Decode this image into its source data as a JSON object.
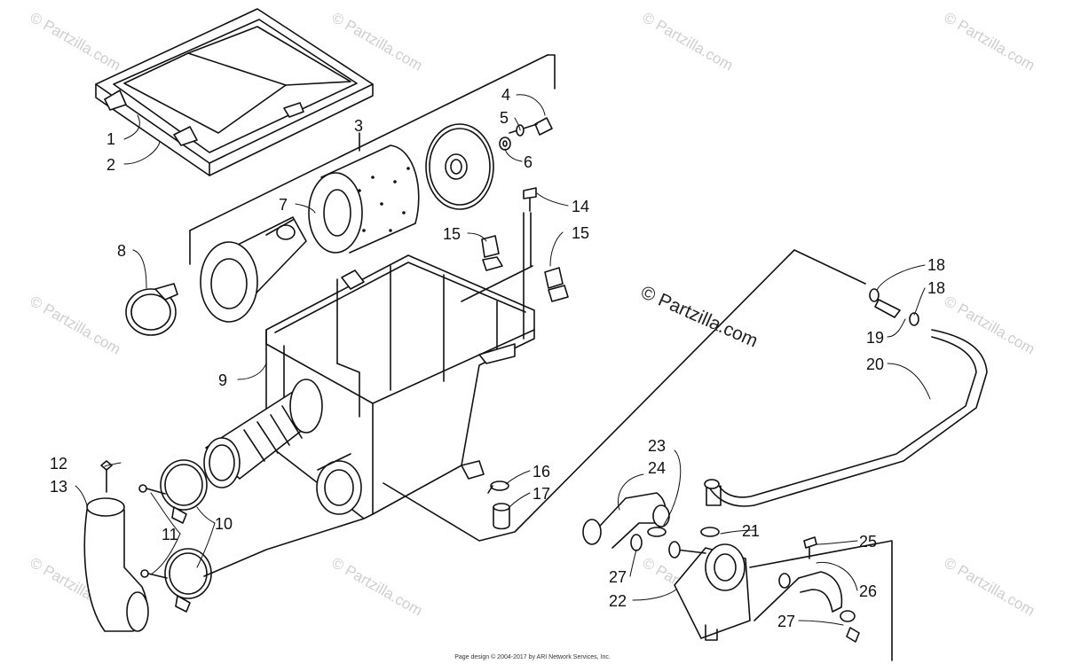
{
  "watermark": "© Partzilla.com",
  "brand_mark": "© Partzilla.com",
  "footer": "Page design © 2004-2017 by ARI Network Services, Inc.",
  "callouts": [
    "1",
    "2",
    "3",
    "4",
    "5",
    "6",
    "7",
    "8",
    "9",
    "10",
    "11",
    "12",
    "13",
    "14",
    "15",
    "15",
    "16",
    "17",
    "18",
    "18",
    "19",
    "20",
    "21",
    "22",
    "23",
    "24",
    "25",
    "26",
    "27",
    "27"
  ]
}
